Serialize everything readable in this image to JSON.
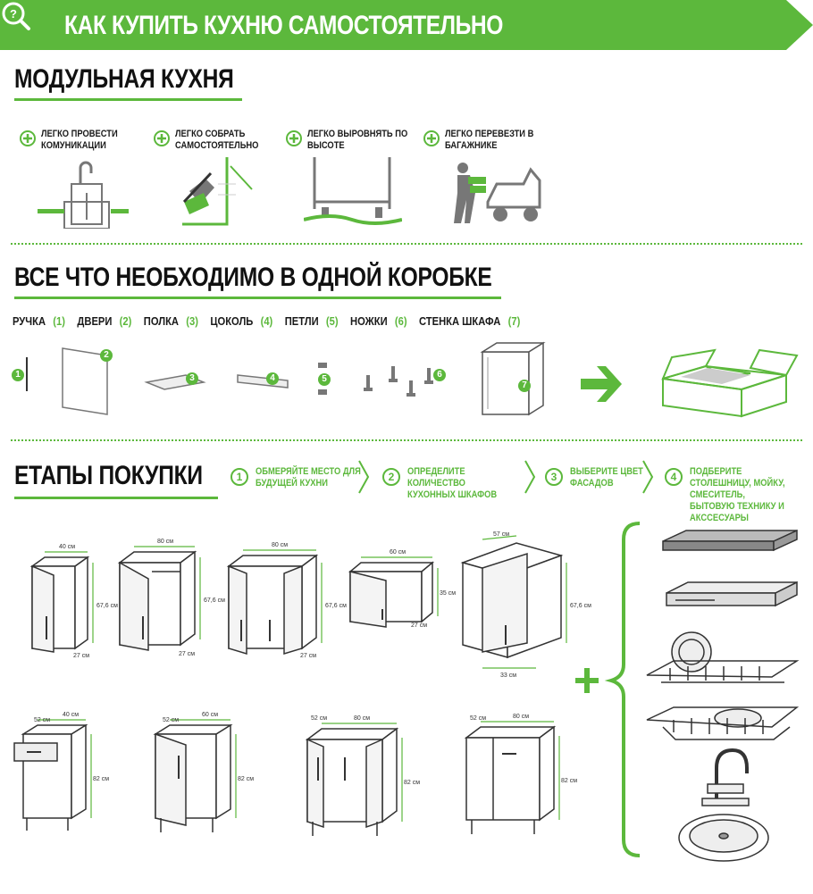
{
  "header": {
    "title": "КАК КУПИТЬ КУХНЮ САМОСТОЯТЕЛЬНО",
    "icon": "search-help-icon"
  },
  "modular": {
    "title": "МОДУЛЬНАЯ КУХНЯ",
    "benefits": [
      {
        "text": "ЛЕГКО ПРОВЕСТИ КОМУНИКАЦИИ",
        "icon": "plumbing-icon"
      },
      {
        "text": "ЛЕГКО СОБРАТЬ САМОСТОЯТЕЛЬНО",
        "icon": "assembly-tools-icon"
      },
      {
        "text": "ЛЕГКО ВЫРОВНЯТЬ ПО ВЫСОТЕ",
        "icon": "leveling-legs-icon"
      },
      {
        "text": "ЛЕГКО ПЕРЕВЕЗТИ В БАГАЖНИКЕ",
        "icon": "car-trunk-icon"
      }
    ]
  },
  "box": {
    "title": "ВСЕ ЧТО НЕОБХОДИМО В ОДНОЙ КОРОБКЕ",
    "parts": [
      {
        "name": "РУЧКА",
        "num": "(1)"
      },
      {
        "name": "ДВЕРИ",
        "num": "(2)"
      },
      {
        "name": "ПОЛКА",
        "num": "(3)"
      },
      {
        "name": "ЦОКОЛЬ",
        "num": "(4)"
      },
      {
        "name": "ПЕТЛИ",
        "num": "(5)"
      },
      {
        "name": "НОЖКИ",
        "num": "(6)"
      },
      {
        "name": "СТЕНКА ШКАФА",
        "num": "(7)"
      }
    ],
    "badges": [
      "1",
      "2",
      "3",
      "4",
      "5",
      "6",
      "7"
    ]
  },
  "steps": {
    "title": "ЕТАПЫ ПОКУПКИ",
    "items": [
      {
        "num": "1",
        "text": "ОБМЕРЯЙТЕ МЕСТО ДЛЯ БУДУЩЕЙ КУХНИ"
      },
      {
        "num": "2",
        "text": "ОПРЕДЕЛИТЕ КОЛИЧЕСТВО КУХОННЫХ ШКАФОВ"
      },
      {
        "num": "3",
        "text": "ВЫБЕРИТЕ ЦВЕТ ФАСАДОВ"
      },
      {
        "num": "4",
        "text": "ПОДБЕРИТЕ СТОЛЕШНИЦУ, МОЙКУ, СМЕСИТЕЛЬ, БЫТОВУЮ ТЕХНИКУ И АКССЕСУАРЫ"
      }
    ]
  },
  "dimensions": {
    "w40": "40 см",
    "w80": "80 см",
    "w60": "60 см",
    "w57": "57 см",
    "h67": "67,6 см",
    "h35": "35 см",
    "d27": "27 см",
    "d33": "33 см",
    "d52": "52 см",
    "h82": "82 см"
  },
  "accent_color": "#5cb83c"
}
